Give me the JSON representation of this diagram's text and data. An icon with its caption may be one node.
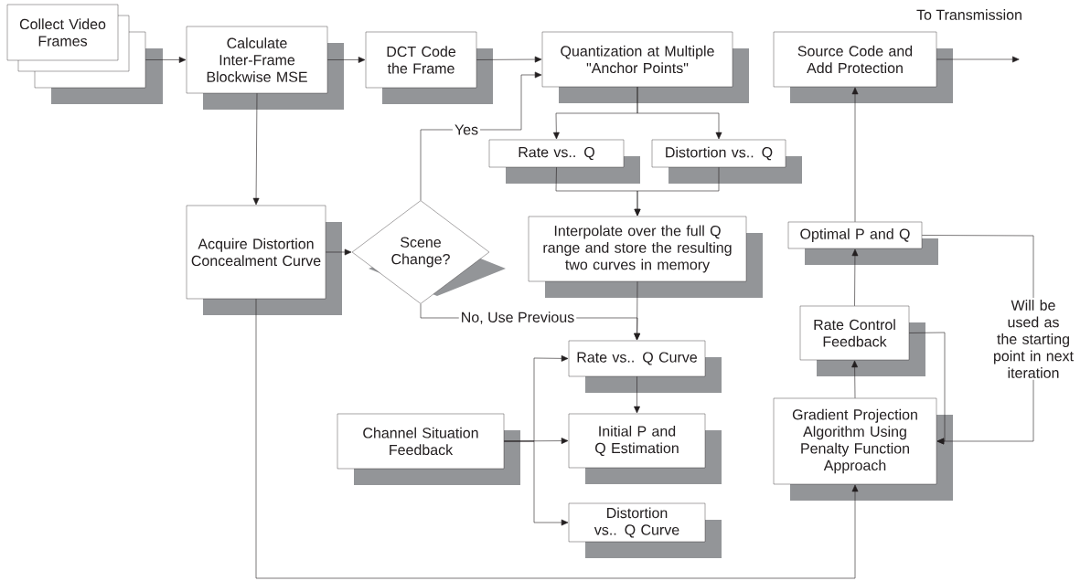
{
  "diagram": {
    "nodes": [
      {
        "text": [
          "Collect Video Frames"
        ]
      },
      {
        "text": [
          "Calculate Inter-Frame Blockwise MSE"
        ]
      },
      {
        "text": [
          "DCT Code the Frame"
        ]
      },
      {
        "text": [
          "Quantization at Multiple \"Anchor Points\""
        ]
      },
      {
        "text": [
          "Source Code and Add Protection"
        ]
      },
      {
        "text": [
          "Rate vs.. Q"
        ]
      },
      {
        "text": [
          "Distortion vs.. Q"
        ]
      },
      {
        "text": [
          "Interpolate over the full Q range and store the resulting two curves in memory"
        ]
      },
      {
        "text": [
          "Acquire Distortion Concealment Curve"
        ]
      },
      {
        "text": [
          "Scene Change?"
        ]
      },
      {
        "text": [
          "Rate vs.. Q Curve"
        ]
      },
      {
        "text": [
          "Initial P and Q Estimation"
        ]
      },
      {
        "text": [
          "Distortion vs.. Q Curve"
        ]
      },
      {
        "text": [
          "Channel Situation Feedback"
        ]
      },
      {
        "text": [
          "Optimal P and Q"
        ]
      },
      {
        "text": [
          "Rate Control Feedback"
        ]
      },
      {
        "text": [
          "Gradient Projection Algorithm Using Penalty Function Approach"
        ]
      }
    ],
    "edges": [
      {
        "from": 0,
        "to": 1,
        "arrow": "to"
      },
      {
        "from": 1,
        "to": 2,
        "arrow": "to"
      },
      {
        "from": 2,
        "to": 3,
        "arrow": "to"
      },
      {
        "from": 1,
        "to": 8,
        "arrow": "to"
      },
      {
        "from": 8,
        "to": 9,
        "arrow": "to"
      },
      {
        "from": 9,
        "to": 3,
        "arrow": "to",
        "label": "Yes"
      },
      {
        "from": 9,
        "to": 10,
        "arrow": "to",
        "label": "No, Use Previous"
      },
      {
        "from": 3,
        "to": 5,
        "arrow": "to"
      },
      {
        "from": 3,
        "to": 6,
        "arrow": "to"
      },
      {
        "from": 5,
        "to": 7,
        "arrow": "to"
      },
      {
        "from": 6,
        "to": 7,
        "arrow": "to"
      },
      {
        "from": 7,
        "to": 10,
        "arrow": "to"
      },
      {
        "from": 10,
        "to": 11,
        "arrow": "to"
      },
      {
        "from": 13,
        "to": 10,
        "arrow": "to"
      },
      {
        "from": 13,
        "to": 11,
        "arrow": "to"
      },
      {
        "from": 13,
        "to": 12,
        "arrow": "to"
      },
      {
        "from": 8,
        "to": 16,
        "arrow": "to"
      },
      {
        "from": 16,
        "to": 15,
        "arrow": "to"
      },
      {
        "from": 15,
        "to": 14,
        "arrow": "to"
      },
      {
        "from": 14,
        "to": 4,
        "arrow": "to"
      },
      {
        "from": 15,
        "to": 16,
        "arrow": "to"
      },
      {
        "from": 14,
        "to": 16,
        "arrow": "to",
        "label": "Will be used as the starting point in next iteration"
      },
      {
        "from": 4,
        "to": null,
        "arrow": "to",
        "label": "To Transmission"
      }
    ]
  }
}
